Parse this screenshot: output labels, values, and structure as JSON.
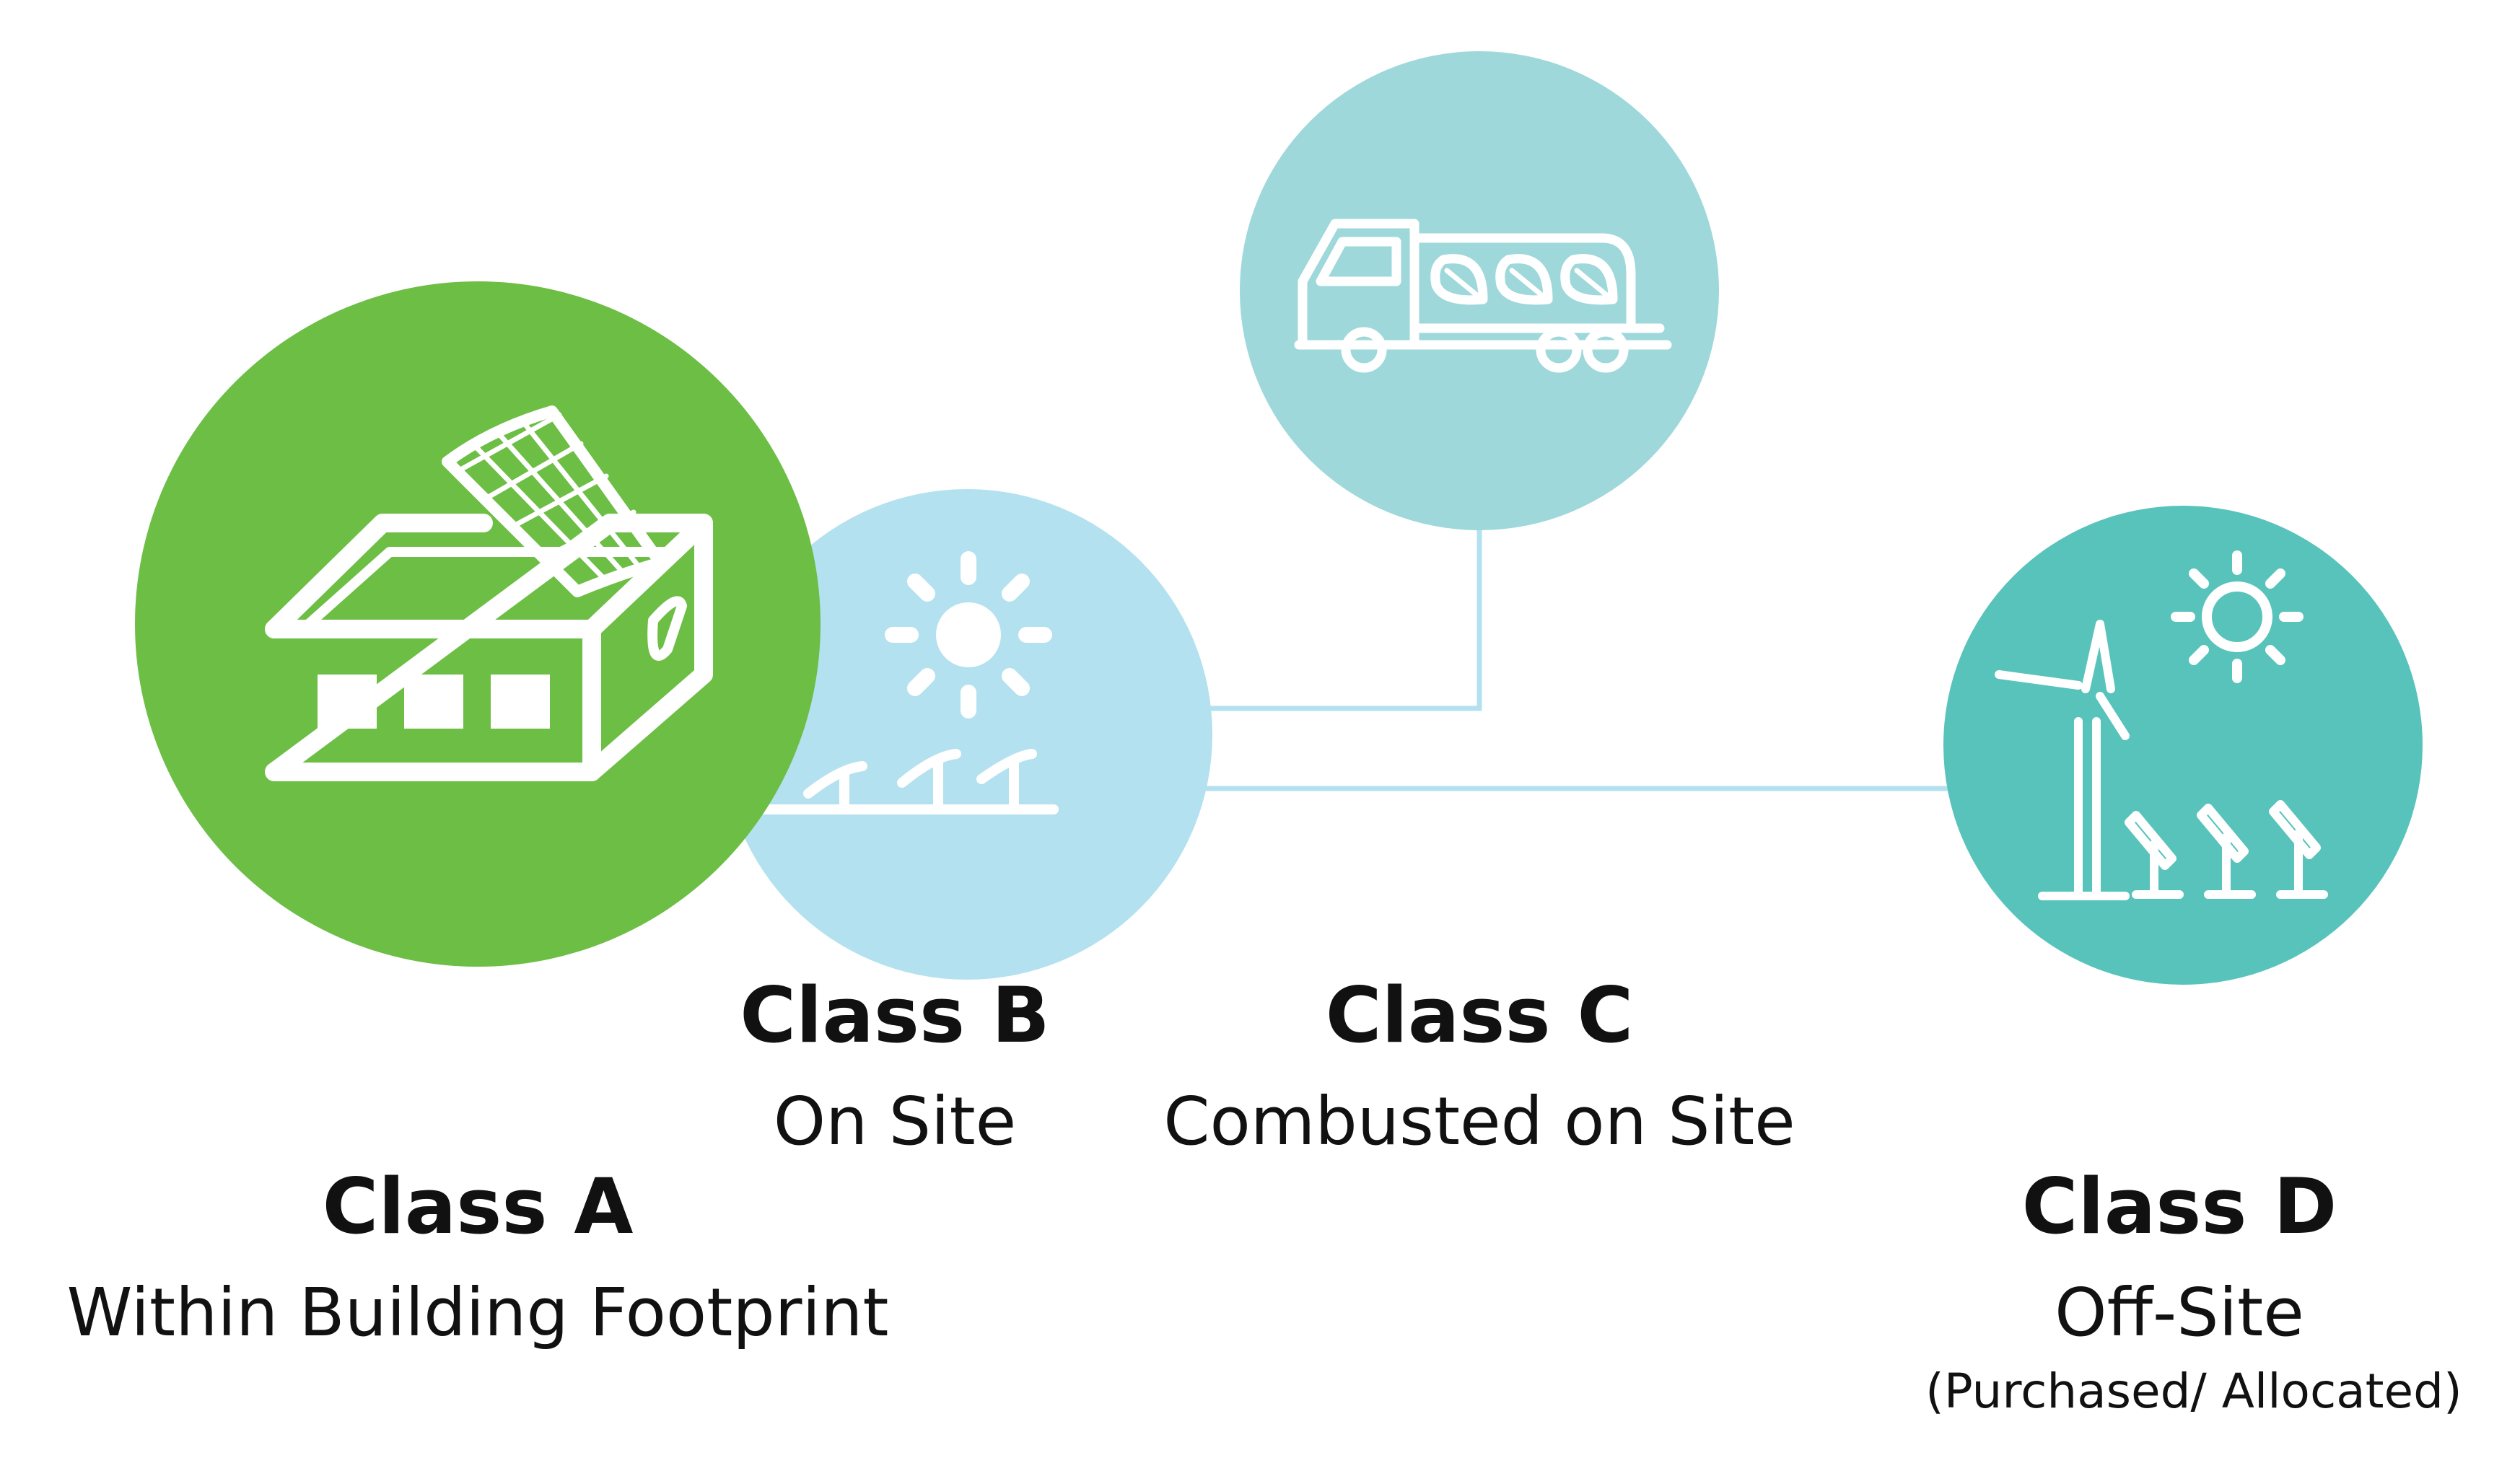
{
  "colors": {
    "class_a": "#6dbe45",
    "class_b": "#b3e1ef",
    "class_c": "#9ed8da",
    "class_d": "#58c3bb",
    "connector": "#b3e1ef",
    "icon": "#ffffff"
  },
  "classes": [
    {
      "id": "a",
      "title": "Class A",
      "description": "Within Building Footprint",
      "icon": "building-solar-panel-icon"
    },
    {
      "id": "b",
      "title": "Class B",
      "description": "On Site",
      "icon": "sun-solar-array-icon"
    },
    {
      "id": "c",
      "title": "Class C",
      "description": "Combusted on Site",
      "icon": "biofuel-truck-icon"
    },
    {
      "id": "d",
      "title": "Class D",
      "description": "Off-Site",
      "note": "(Purchased/ Allocated)",
      "icon": "wind-turbine-solar-icon"
    }
  ]
}
